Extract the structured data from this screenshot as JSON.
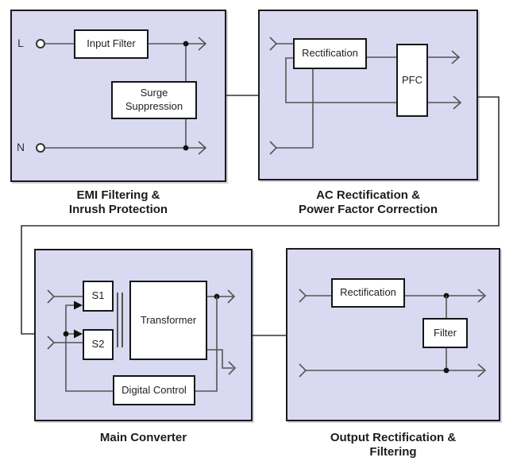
{
  "colors": {
    "block_fill": "#d9d9f1",
    "block_border": "#1b1b1b",
    "box_fill": "#ffffff",
    "box_border": "#161616",
    "wire": "#555555",
    "junction": "#111111",
    "text": "#222222"
  },
  "blocks": {
    "emi": {
      "caption": "EMI Filtering &\nInrush Protection",
      "line_terminal": "L",
      "neutral_terminal": "N",
      "input_filter": "Input Filter",
      "surge_suppression": "Surge\nSuppression"
    },
    "acpfc": {
      "caption": "AC Rectification &\nPower Factor Correction",
      "rectification": "Rectification",
      "pfc": "PFC"
    },
    "main": {
      "caption": "Main Converter",
      "s1": "S1",
      "s2": "S2",
      "transformer": "Transformer",
      "digital_control": "Digital Control"
    },
    "output": {
      "caption": "Output Rectification &\nFiltering",
      "rectification": "Rectification",
      "filter": "Filter"
    }
  }
}
